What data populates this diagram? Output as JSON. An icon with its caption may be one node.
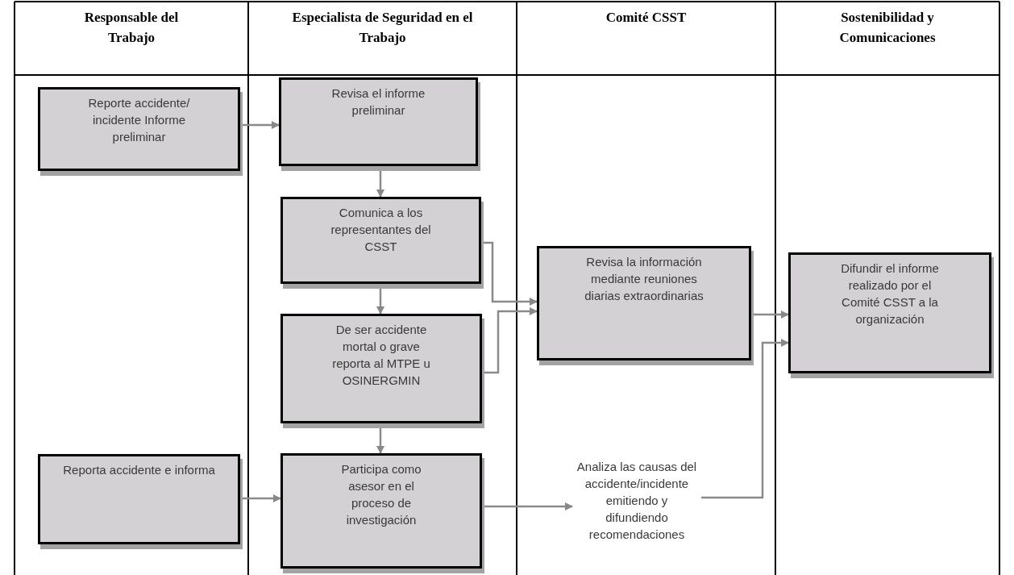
{
  "diagram": {
    "nodes": [
      {
        "text": [
          "Reporte accidente/ incidente Informe preliminar"
        ]
      },
      {
        "text": [
          "Revisa el informe preliminar"
        ]
      },
      {
        "text": [
          "Comunica a los representantes del CSST"
        ]
      },
      {
        "text": [
          "De ser accidente mortal o grave reporta al MTPE u OSINERGMIN"
        ]
      },
      {
        "text": [
          "Reporta accidente e informa"
        ]
      },
      {
        "text": [
          "Participa como asesor en el proceso de investigación"
        ]
      },
      {
        "text": [
          "Revisa la información mediante reuniones diarias extraordinarias"
        ]
      },
      {
        "text": [
          "Analiza las causas del accidente/incidente emitiendo y difundiendo recomendaciones"
        ]
      },
      {
        "text": [
          "Difundir el informe realizado por el Comité CSST a la organización"
        ]
      }
    ],
    "edges": [
      {
        "from": 0,
        "to": 1,
        "arrow": "to"
      },
      {
        "from": 1,
        "to": 2,
        "arrow": "to"
      },
      {
        "from": 2,
        "to": 3,
        "arrow": "to"
      },
      {
        "from": 3,
        "to": 5,
        "arrow": "to"
      },
      {
        "from": 4,
        "to": 5,
        "arrow": "to"
      },
      {
        "from": 2,
        "to": 6,
        "arrow": "to"
      },
      {
        "from": 3,
        "to": 6,
        "arrow": "to"
      },
      {
        "from": 5,
        "to": 7,
        "arrow": "to"
      },
      {
        "from": 6,
        "to": 8,
        "arrow": "to"
      },
      {
        "from": 7,
        "to": 8,
        "arrow": "to"
      }
    ],
    "labels": [
      "Responsable del Trabajo",
      "Especialista de Seguridad en el Trabajo",
      "Comité CSST",
      "Sostenibilidad y Comunicaciones"
    ]
  }
}
